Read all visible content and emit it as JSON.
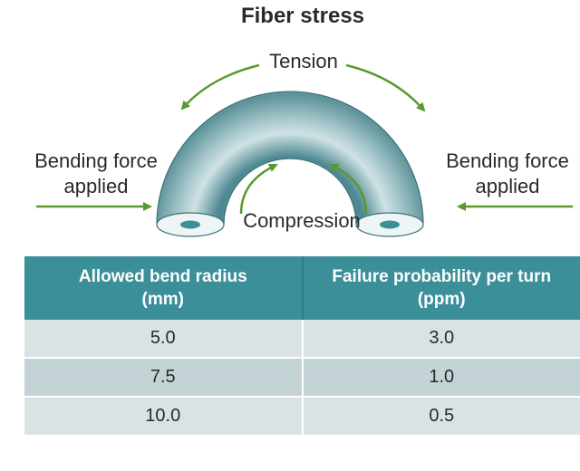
{
  "title": "Fiber stress",
  "labels": {
    "tension": "Tension",
    "compression": "Compression",
    "left_force_line1": "Bending force",
    "left_force_line2": "applied",
    "right_force_line1": "Bending force",
    "right_force_line2": "applied"
  },
  "colors": {
    "arrow": "#5a9a2e",
    "header_bg": "#3b8f99",
    "row_light": "#d9e3e4",
    "row_dark": "#c4d4d6",
    "fiber_light": "#e6f1f3",
    "fiber_dark": "#6f9ea4"
  },
  "table": {
    "headers": [
      {
        "line1": "Allowed bend radius",
        "line2": "(mm)"
      },
      {
        "line1": "Failure probability per turn",
        "line2": "(ppm)"
      }
    ],
    "rows": [
      [
        "5.0",
        "3.0"
      ],
      [
        "7.5",
        "1.0"
      ],
      [
        "10.0",
        "0.5"
      ]
    ]
  }
}
